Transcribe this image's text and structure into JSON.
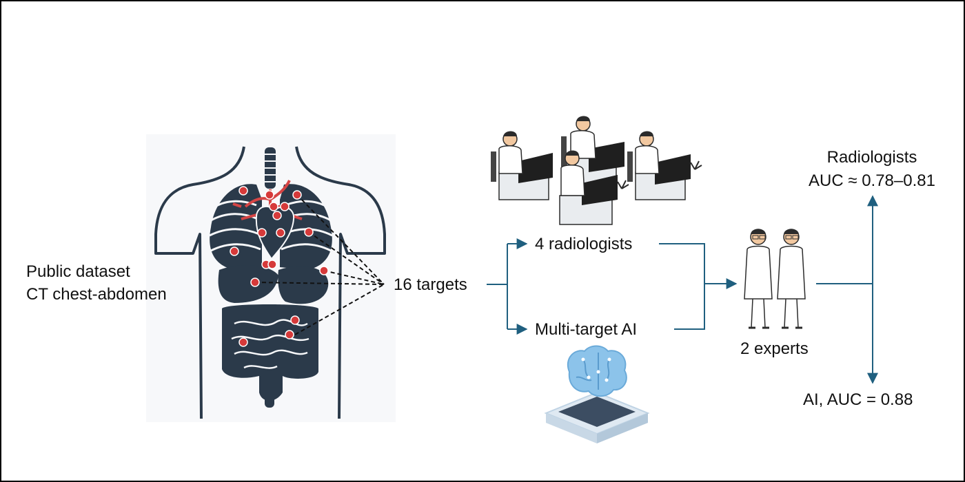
{
  "labels": {
    "dataset_line1": "Public dataset",
    "dataset_line2": "CT chest-abdomen",
    "targets": "16 targets",
    "radiologists": "4 radiologists",
    "ai_branch": "Multi-target AI",
    "experts": "2 experts",
    "result_radiologists_line1": "Radiologists",
    "result_radiologists_line2": "AUC ≈ 0.78–0.81",
    "result_ai": "AI, AUC = 0.88"
  },
  "icons": {
    "anatomy": "human-torso-organs-illustration",
    "radiologists": "radiologists-at-workstations-illustration",
    "ai": "ai-brain-hologram-icon",
    "experts": "two-doctors-illustration"
  },
  "colors": {
    "connector": "#1f5f7f",
    "target_marker": "#d63a3a",
    "organ": "#2b3a4a",
    "blood_vessel": "#d64545",
    "brain": "#8cc3ea",
    "brain_base": "#3c4d62"
  }
}
